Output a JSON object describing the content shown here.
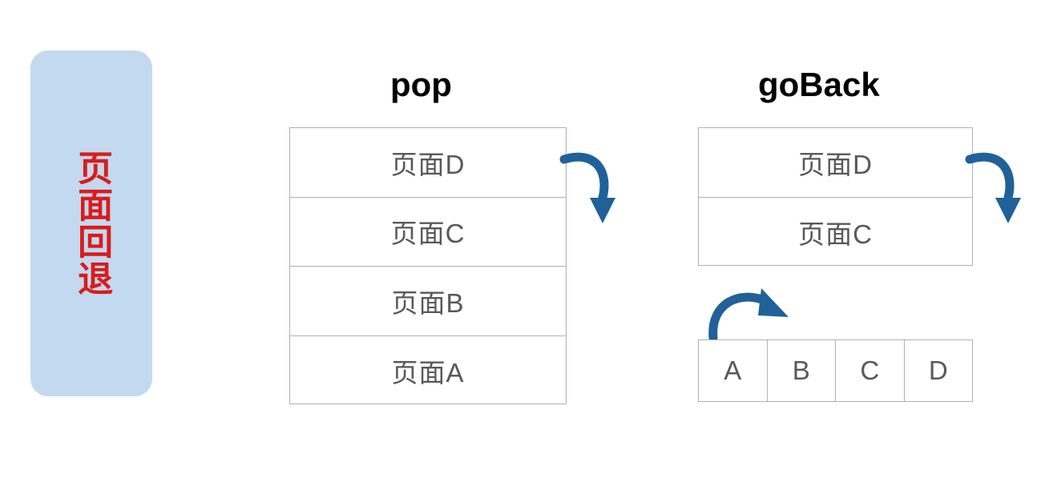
{
  "diagram": {
    "left_panel": {
      "label": "页面回退",
      "color": "#c3d9ef",
      "text_color": "#d91c1c"
    },
    "columns": [
      {
        "title": "pop",
        "stack": [
          "页面D",
          "页面C",
          "页面B",
          "页面A"
        ],
        "arrow": "curved-arrow-down"
      },
      {
        "title": "goBack",
        "stack": [
          "页面D",
          "页面C"
        ],
        "history": [
          "A",
          "B",
          "C",
          "D"
        ],
        "arrow": "curved-arrow-down",
        "history_arrow": "curved-arrow-right"
      }
    ],
    "accent_color": "#1f6198",
    "border_color": "#b0b0b0",
    "cell_text_color": "#595959"
  }
}
